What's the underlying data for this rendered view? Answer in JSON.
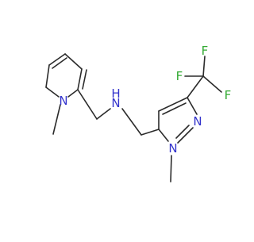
{
  "molecule": {
    "atoms": [
      {
        "id": "n_pyrrole",
        "label": "N",
        "color": "#3333cc"
      },
      {
        "id": "n_amine",
        "label": "N",
        "color": "#3333cc"
      },
      {
        "id": "h_amine",
        "label": "H",
        "color": "#3333cc"
      },
      {
        "id": "n1_pyrazole",
        "label": "N",
        "color": "#3333cc"
      },
      {
        "id": "n2_pyrazole",
        "label": "N",
        "color": "#3333cc"
      },
      {
        "id": "f1",
        "label": "F",
        "color": "#33aa33"
      },
      {
        "id": "f2",
        "label": "F",
        "color": "#33aa33"
      },
      {
        "id": "f3",
        "label": "F",
        "color": "#33aa33"
      }
    ],
    "bond_color": "#2b2b2b"
  }
}
